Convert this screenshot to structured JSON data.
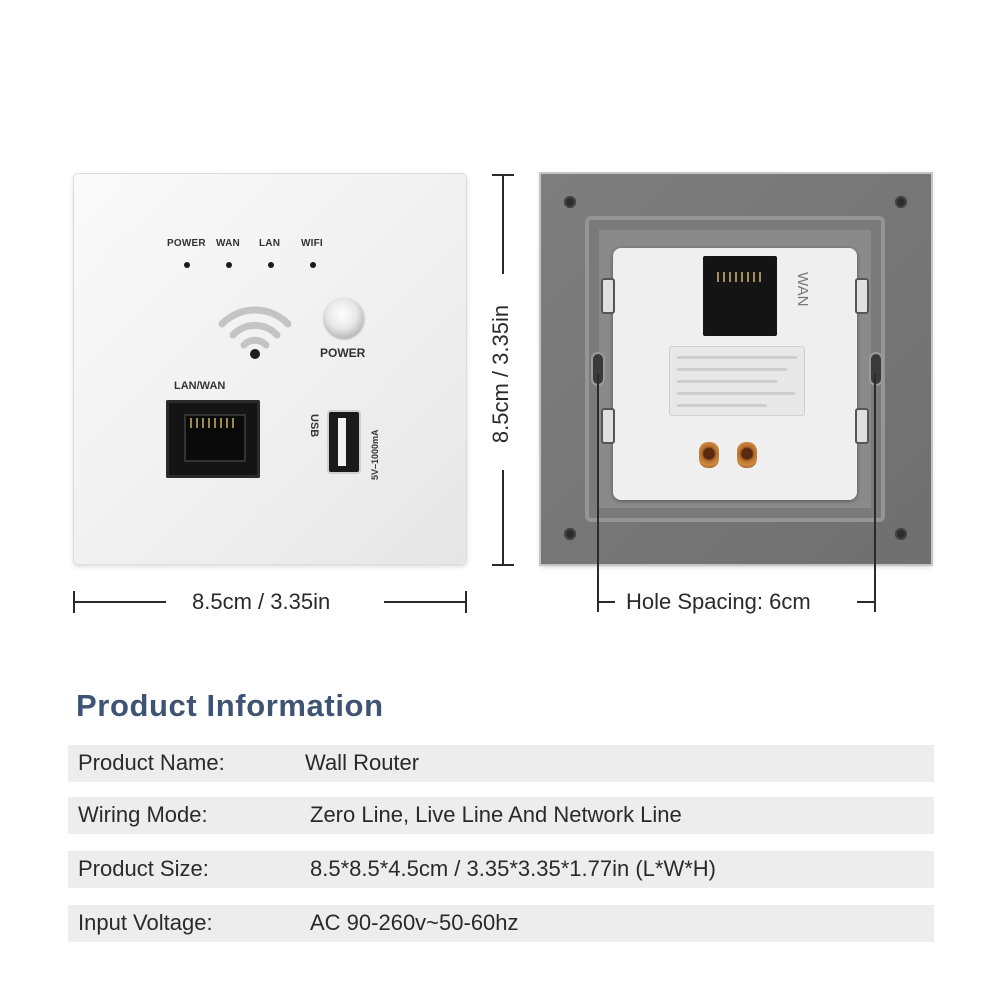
{
  "front_panel": {
    "led_labels": [
      "POWER",
      "WAN",
      "LAN",
      "WIFI"
    ],
    "power_label": "POWER",
    "port_label": "LAN/WAN",
    "usb_logo": "USB",
    "usb_spec": "5V–1000mA"
  },
  "back_panel": {
    "wan_label": "WAN"
  },
  "dimensions": {
    "width_label": "8.5cm / 3.35in",
    "height_label": "8.5cm / 3.35in",
    "hole_spacing_label": "Hole Spacing: 6cm"
  },
  "product_info": {
    "title": "Product Information",
    "rows": [
      {
        "label": "Product Name:",
        "value": "Wall Router"
      },
      {
        "label": "Wiring Mode:",
        "value": "Zero Line, Live Line And Network Line"
      },
      {
        "label": "Product Size:",
        "value": "8.5*8.5*4.5cm / 3.35*3.35*1.77in (L*W*H)"
      },
      {
        "label": "Input Voltage:",
        "value": "AC 90-260v~50-60hz"
      }
    ]
  },
  "colors": {
    "title": "#3f5474",
    "row_background": "#ededed"
  }
}
